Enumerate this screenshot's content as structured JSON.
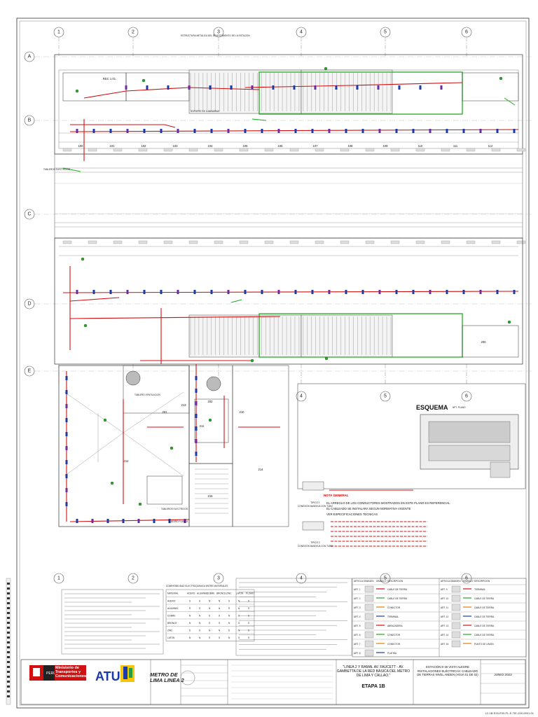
{
  "drawing": {
    "grid_columns": [
      "1",
      "2",
      "3",
      "4",
      "5",
      "6"
    ],
    "grid_rows": [
      "A",
      "B",
      "C",
      "D",
      "E"
    ],
    "rooms": [
      "REC 1.01",
      "100",
      "101",
      "102",
      "103",
      "104",
      "105",
      "106",
      "107",
      "108",
      "109",
      "110",
      "111",
      "112",
      "200",
      "201",
      "202",
      "210",
      "211",
      "212",
      "213",
      "214",
      "215"
    ],
    "room_labels": {
      "tableros_electricos": "TABLEROS ELECTRICOS",
      "tableros_electricos_2": "TABLEROS ELECTRICOS",
      "tablero_ventilacion": "TABLERO VENTILACION",
      "tablero_fuerza": "TABLERO FUERZA",
      "soporte": "SOPORTE DE LUMINARIAS",
      "estructura": "ESTRUCTURA METALICA DEL REVESTIMIENTO DE LA ESTACION"
    },
    "esquema_title": "ESQUEMA",
    "esquema_label": "NPT. PLANO",
    "notes_title": "NOTA GENERAL",
    "notes": [
      "EL ARREGLO DE LOS CONDUCTORES MOSTRADOS EN ESTE PLANO ES REFERENCIAL",
      "EL CABLEADO SE INSTALARA SEGUN NORMATIVA VIGENTE",
      "VER ESPECIFICACIONES TECNICAS"
    ],
    "conexion_labels": [
      "CONEXION BANDEJA CON TUBO",
      "CONEXION BANDEJA CON TUBO"
    ],
    "tipico_labels": [
      "TIPICO 1",
      "TIPICO 2"
    ]
  },
  "compat_table": {
    "title": "COMPATIBILIDAD ELECTROQUIMICA ENTRE MATERIALES",
    "headers": [
      "MATERIAL",
      "ACERO",
      "ALUMINIO",
      "COBRE",
      "BRONCE",
      "ZINC",
      "LATON",
      "PLOMO"
    ],
    "rows": [
      [
        "ACERO",
        "S",
        "S",
        "N",
        "N",
        "S",
        "N",
        "S"
      ],
      [
        "ALUMINIO",
        "S",
        "S",
        "N",
        "N",
        "S",
        "N",
        "S"
      ],
      [
        "COBRE",
        "N",
        "N",
        "S",
        "S",
        "N",
        "S",
        "S"
      ],
      [
        "BRONCE",
        "N",
        "N",
        "S",
        "S",
        "N",
        "S",
        "S"
      ],
      [
        "ZINC",
        "S",
        "S",
        "N",
        "N",
        "S",
        "N",
        "S"
      ],
      [
        "LATON",
        "N",
        "N",
        "S",
        "S",
        "N",
        "S",
        "S"
      ]
    ]
  },
  "legend": {
    "headers": [
      "ARTICULO",
      "IMAGEN",
      "SIMBOLO",
      "DESCRIPCION"
    ],
    "items_left": [
      {
        "code": "ART. 1",
        "desc": "CABLE DE TIERRA"
      },
      {
        "code": "ART. 2",
        "desc": "CABLE DE TIERRA"
      },
      {
        "code": "ART. 3",
        "desc": "CONECTOR"
      },
      {
        "code": "ART. 4",
        "desc": "TERMINAL"
      },
      {
        "code": "ART. 5",
        "desc": "ABRAZADERA"
      },
      {
        "code": "ART. 6",
        "desc": "CONECTOR"
      },
      {
        "code": "ART. 7",
        "desc": "CONECTOR"
      },
      {
        "code": "ART. 8",
        "desc": "PLATINA"
      }
    ],
    "items_right": [
      {
        "code": "ART. 9",
        "desc": "TERMINAL"
      },
      {
        "code": "ART. 10",
        "desc": "CABLE DE TIERRA"
      },
      {
        "code": "ART. 11",
        "desc": "CABLE DE TIERRA"
      },
      {
        "code": "ART. 12",
        "desc": "CABLE DE TIERRA"
      },
      {
        "code": "ART. 13",
        "desc": "CABLE DE TIERRA"
      },
      {
        "code": "ART. 14",
        "desc": "CABLE DE TIERRA"
      },
      {
        "code": "ART. 15",
        "desc": "PUNTO DE UNION"
      }
    ]
  },
  "title_block": {
    "country": "PERÚ",
    "ministry": "Ministerio de Transportes y Comunicaciones",
    "atu": "ATU",
    "metro_logo": "METRO DE LIMA LINEA 2",
    "project": "\"LÍNEA 2 Y RAMAL AV. FAUCETT - AV. GAMBETTA DE LA RED BÁSICA DEL METRO DE LIMA Y CALLAO.\"",
    "etapa": "ETAPA 1B",
    "sheet_title": "ESTACIÓN E-26 VISTA ALEGRE INSTALACIONES ELÉCTRICAS: CABLEADO DE TIERRAS NIVEL ANDEN (HOJA 01 DE 02)",
    "date": "JUNIO 2023",
    "footer": "L2-1B-E26-E00-PL-E-TIE-200-0001-01"
  },
  "colors": {
    "red_cable": "#d01010",
    "green_cable": "#22aa22",
    "blue": "#1a3aa8",
    "grid": "#555555"
  }
}
